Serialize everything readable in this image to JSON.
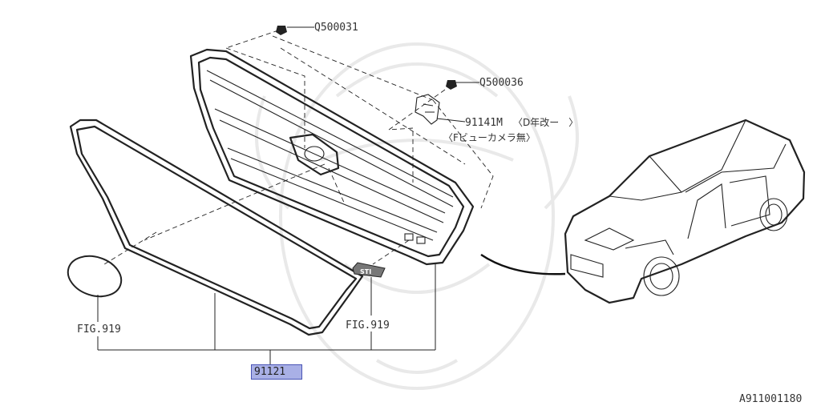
{
  "labels": {
    "clip_top": "Q500031",
    "clip_right": "Q500036",
    "bracket": "91141M",
    "bracket_note1": "〈Ⅾ年改ー　〉",
    "bracket_note2": "〈Fビューカメラ無〉",
    "fig_left": "FIG.919",
    "fig_right": "FIG.919",
    "emblem_text": "STI"
  },
  "highlight_part": "91121",
  "diagram_id": "A911001180",
  "colors": {
    "highlight_fill": "#a9b0e6",
    "highlight_border": "#4a55b5",
    "line": "#222222",
    "watermark": "#e9e9e9"
  }
}
